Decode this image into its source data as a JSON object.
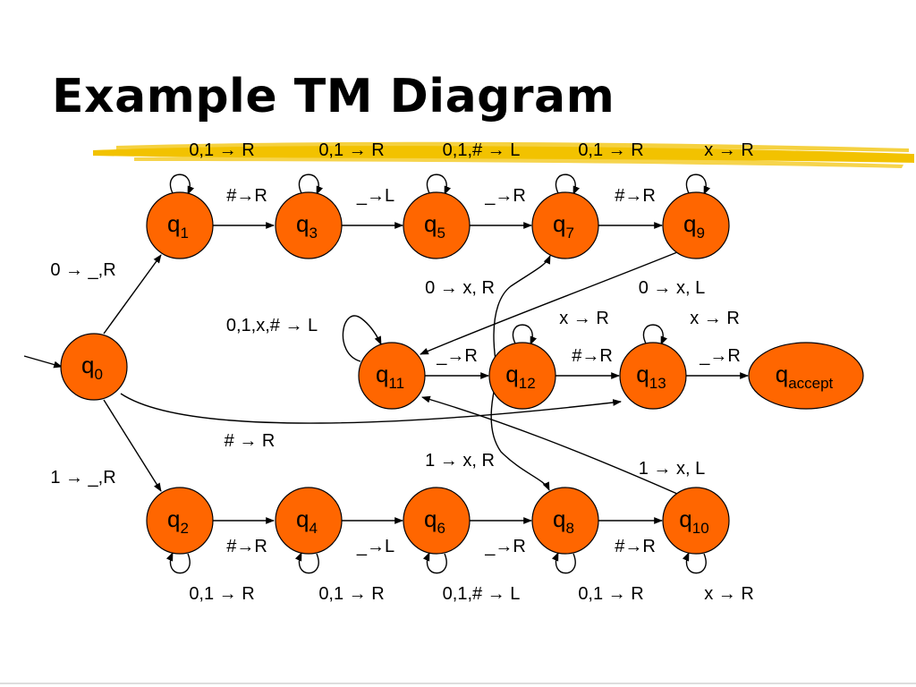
{
  "slide": {
    "title": "Example TM Diagram",
    "highlight_color": "#f2c200"
  },
  "diagram": {
    "state_color": "#ff6600",
    "states": [
      {
        "id": "q0",
        "main": "q",
        "sub": "0"
      },
      {
        "id": "q1",
        "main": "q",
        "sub": "1"
      },
      {
        "id": "q3",
        "main": "q",
        "sub": "3"
      },
      {
        "id": "q5",
        "main": "q",
        "sub": "5"
      },
      {
        "id": "q7",
        "main": "q",
        "sub": "7"
      },
      {
        "id": "q9",
        "main": "q",
        "sub": "9"
      },
      {
        "id": "q2",
        "main": "q",
        "sub": "2"
      },
      {
        "id": "q4",
        "main": "q",
        "sub": "4"
      },
      {
        "id": "q6",
        "main": "q",
        "sub": "6"
      },
      {
        "id": "q8",
        "main": "q",
        "sub": "8"
      },
      {
        "id": "q10",
        "main": "q",
        "sub": "10"
      },
      {
        "id": "q11",
        "main": "q",
        "sub": "11"
      },
      {
        "id": "q12",
        "main": "q",
        "sub": "12"
      },
      {
        "id": "q13",
        "main": "q",
        "sub": "13"
      },
      {
        "id": "qaccept",
        "main": "q",
        "sub": "accept"
      }
    ],
    "transitions": [
      {
        "id": "t-q0-q1",
        "from": "q0",
        "to": "q1",
        "label": "0 → _,R"
      },
      {
        "id": "t-q0-q2",
        "from": "q0",
        "to": "q2",
        "label": "1 → _,R"
      },
      {
        "id": "t-q0-q13",
        "from": "q0",
        "to": "q13",
        "label": "# → R"
      },
      {
        "id": "t-q1-q1",
        "from": "q1",
        "to": "q1",
        "label": "0,1 → R"
      },
      {
        "id": "t-q3-q3",
        "from": "q3",
        "to": "q3",
        "label": "0,1 → R"
      },
      {
        "id": "t-q5-q5",
        "from": "q5",
        "to": "q5",
        "label": "0,1,# → L"
      },
      {
        "id": "t-q7-q7",
        "from": "q7",
        "to": "q7",
        "label": "0,1 → R"
      },
      {
        "id": "t-q9-q9",
        "from": "q9",
        "to": "q9",
        "label": "x → R"
      },
      {
        "id": "t-q1-q3",
        "from": "q1",
        "to": "q3",
        "label": "#→R"
      },
      {
        "id": "t-q3-q5",
        "from": "q3",
        "to": "q5",
        "label": "_→L"
      },
      {
        "id": "t-q5-q7",
        "from": "q5",
        "to": "q7",
        "label": "_→R"
      },
      {
        "id": "t-q7-q9",
        "from": "q7",
        "to": "q9",
        "label": "#→R"
      },
      {
        "id": "t-q2-q2",
        "from": "q2",
        "to": "q2",
        "label": "0,1 → R"
      },
      {
        "id": "t-q4-q4",
        "from": "q4",
        "to": "q4",
        "label": "0,1 → R"
      },
      {
        "id": "t-q6-q6",
        "from": "q6",
        "to": "q6",
        "label": "0,1,# → L"
      },
      {
        "id": "t-q8-q8",
        "from": "q8",
        "to": "q8",
        "label": "0,1 → R"
      },
      {
        "id": "t-q10-q10",
        "from": "q10",
        "to": "q10",
        "label": "x → R"
      },
      {
        "id": "t-q2-q4",
        "from": "q2",
        "to": "q4",
        "label": "#→R"
      },
      {
        "id": "t-q4-q6",
        "from": "q4",
        "to": "q6",
        "label": "_→L"
      },
      {
        "id": "t-q6-q8",
        "from": "q6",
        "to": "q8",
        "label": "_→R"
      },
      {
        "id": "t-q8-q10",
        "from": "q8",
        "to": "q10",
        "label": "#→R"
      },
      {
        "id": "t-q12-q7",
        "from": "q12",
        "to": "q7",
        "label": "0 → x, R"
      },
      {
        "id": "t-q9-q11",
        "from": "q9",
        "to": "q11",
        "label": "0 → x, L"
      },
      {
        "id": "t-q12-q8",
        "from": "q12",
        "to": "q8",
        "label": "1 → x, R"
      },
      {
        "id": "t-q10-q11",
        "from": "q10",
        "to": "q11",
        "label": "1 → x, L"
      },
      {
        "id": "t-q11-q11",
        "from": "q11",
        "to": "q11",
        "label": "0,1,x,# → L"
      },
      {
        "id": "t-q12-q12",
        "from": "q12",
        "to": "q12",
        "label": "x → R"
      },
      {
        "id": "t-q13-q13",
        "from": "q13",
        "to": "q13",
        "label": "x → R"
      },
      {
        "id": "t-q11-q12",
        "from": "q11",
        "to": "q12",
        "label": "_→R"
      },
      {
        "id": "t-q12-q13",
        "from": "q12",
        "to": "q13",
        "label": "#→R"
      },
      {
        "id": "t-q13-qaccept",
        "from": "q13",
        "to": "qaccept",
        "label": "_→R"
      }
    ]
  }
}
